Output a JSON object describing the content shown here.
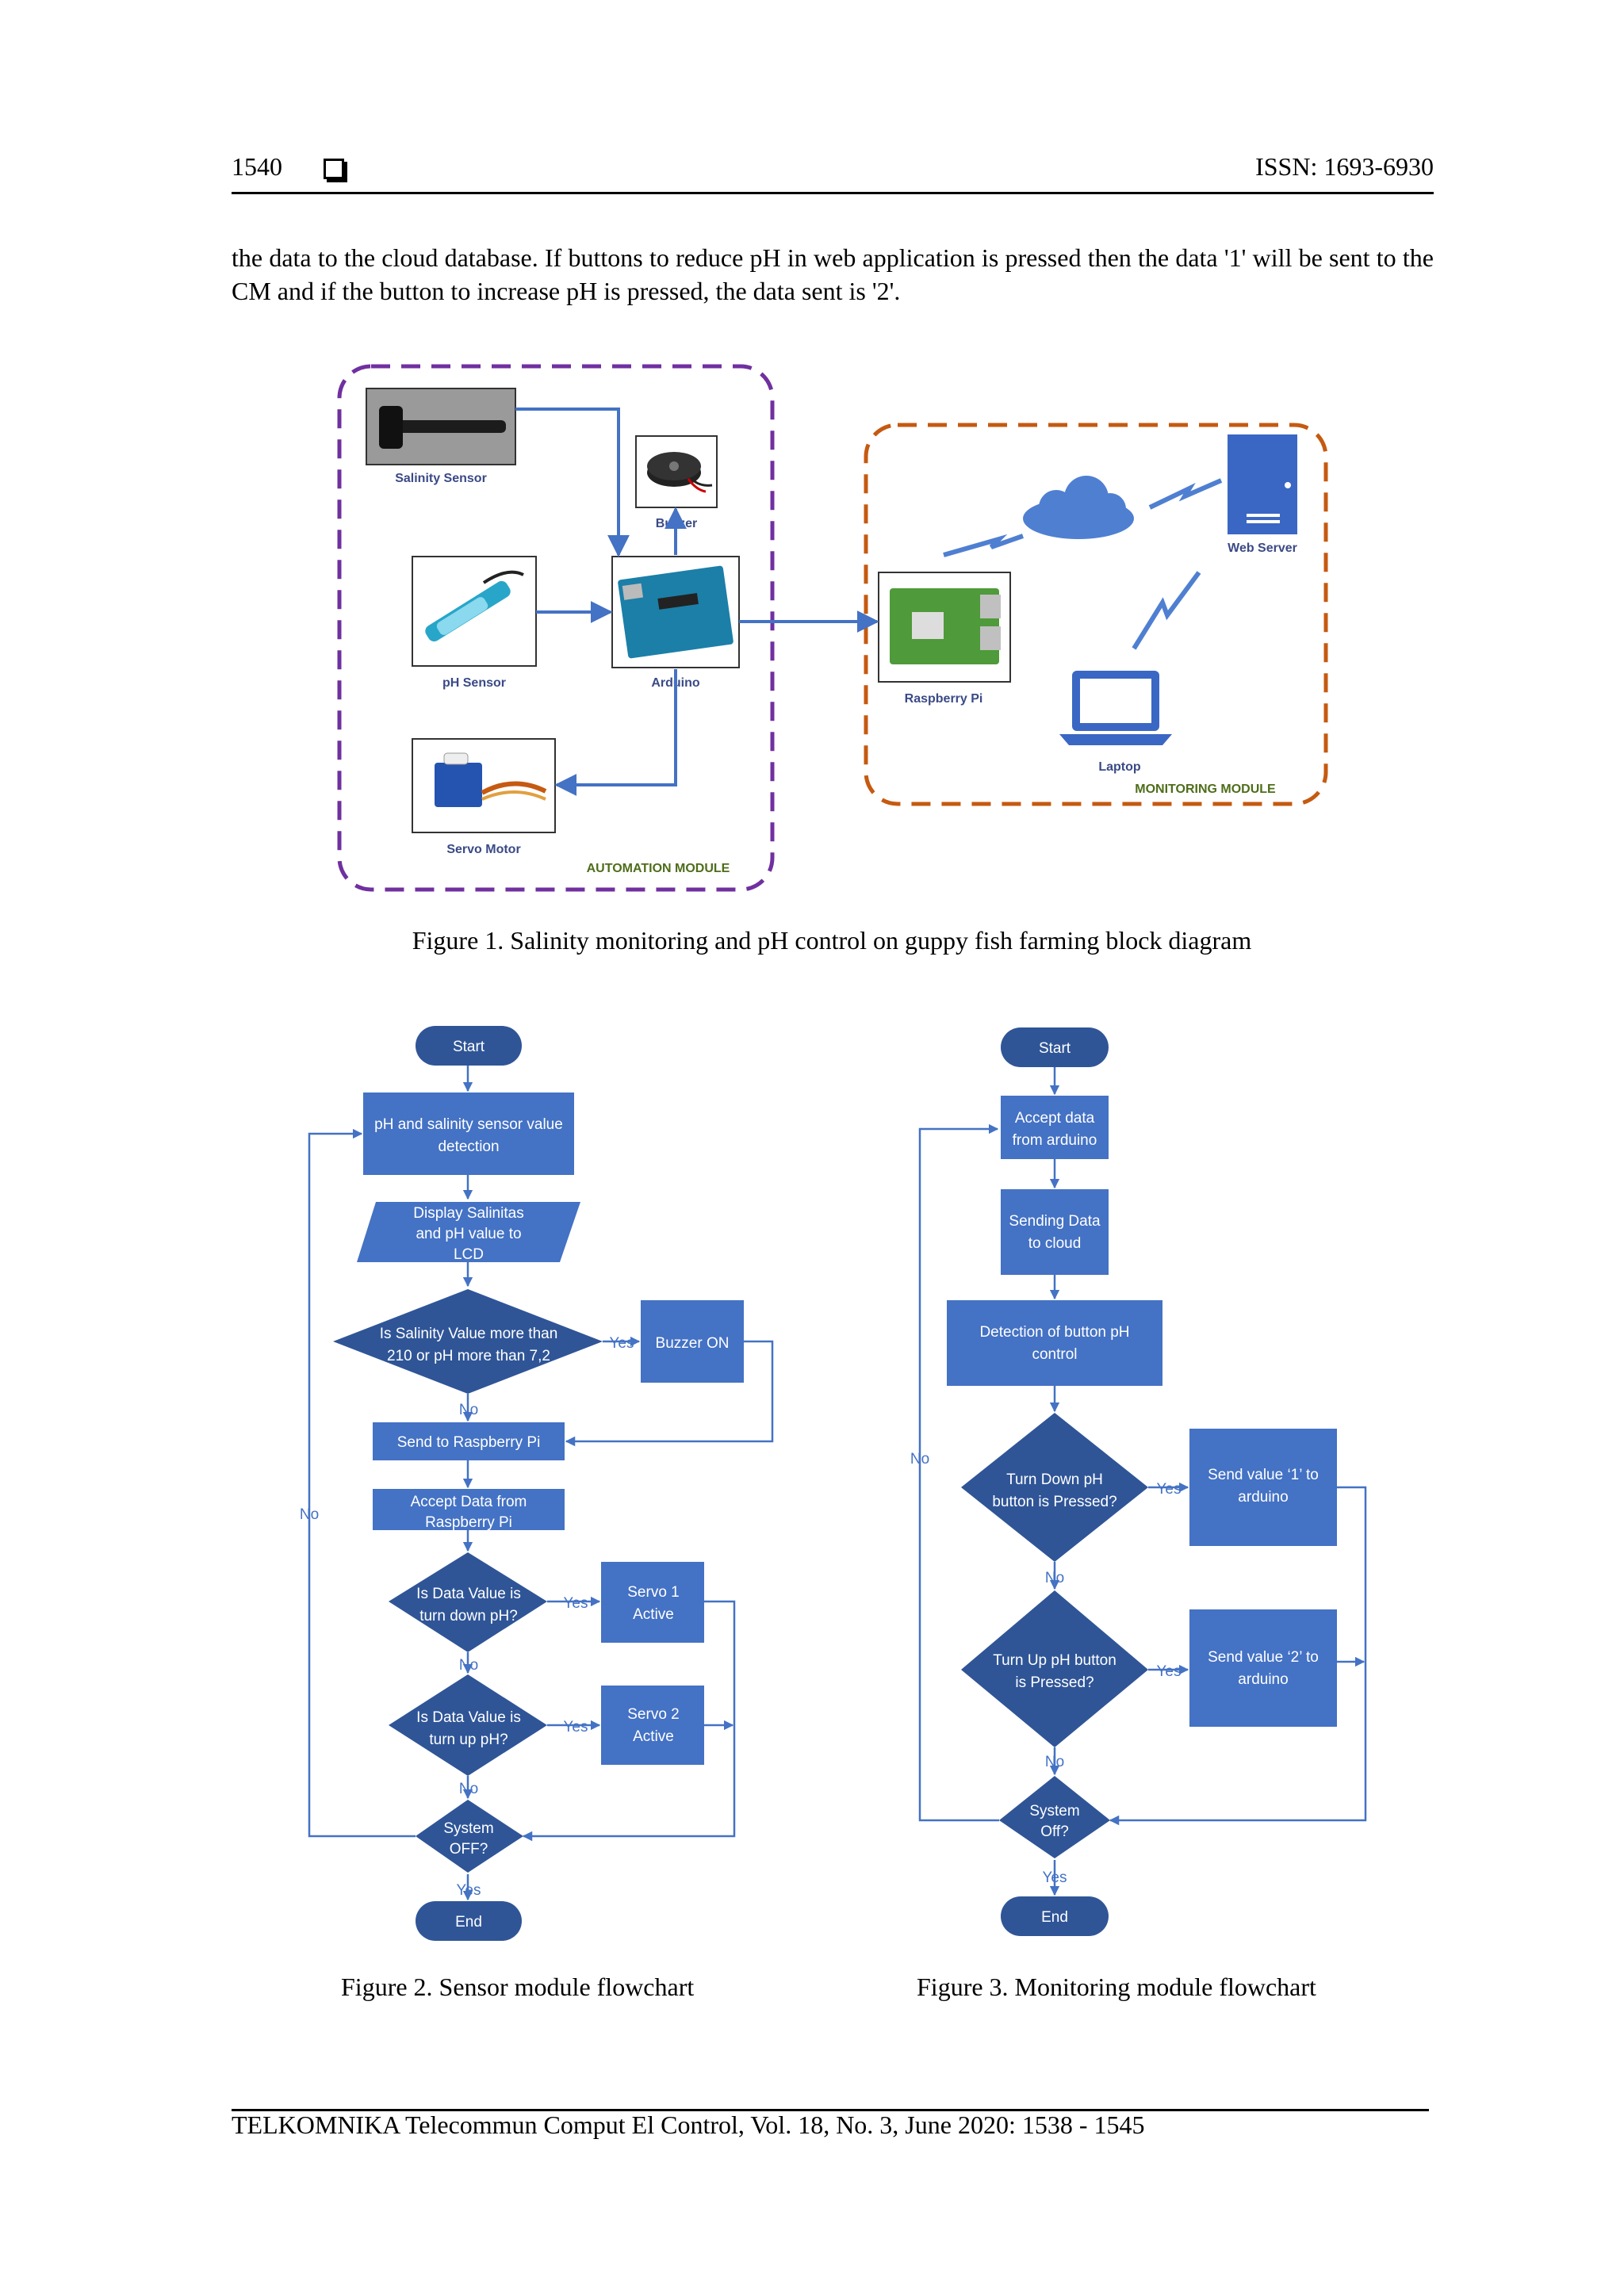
{
  "header": {
    "page_number": "1540",
    "issn": "ISSN: 1693-6930"
  },
  "body_text": "the data to the cloud database. If buttons to reduce pH in web application is pressed then the data '1' will be sent to the CM and if the button to increase pH is pressed, the data sent is '2'.",
  "figure1": {
    "caption": "Figure 1. Salinity monitoring and pH control on guppy fish farming block diagram",
    "automation_title": "AUTOMATION MODULE",
    "monitoring_title": "MONITORING MODULE",
    "components": {
      "salinity_sensor": "Salinity Sensor",
      "buzzer": "Buzzer",
      "ph_sensor": "pH Sensor",
      "arduino": "Arduino",
      "servo_motor": "Servo Motor",
      "raspberry_pi": "Raspberry Pi",
      "web_server": "Web Server",
      "laptop": "Laptop"
    }
  },
  "figure2": {
    "caption": "Figure 2. Sensor module flowchart",
    "start": "Start",
    "detect_1": "pH and salinity sensor value",
    "detect_2": "detection",
    "display_1": "Display Salinitas",
    "display_2": "and pH value to",
    "display_3": "LCD",
    "dec1_1": "Is Salinity Value more than",
    "dec1_2": "210 or pH more than 7,2",
    "yes": "Yes",
    "no": "No",
    "buzzer": "Buzzer ON",
    "send_rpi": "Send to Raspberry Pi",
    "accept_1": "Accept Data from",
    "accept_2": "Raspberry Pi",
    "dec2_1": "Is Data Value is",
    "dec2_2": "turn down pH?",
    "servo1_1": "Servo 1",
    "servo1_2": "Active",
    "dec3_1": "Is Data Value is",
    "dec3_2": "turn up pH?",
    "servo2_1": "Servo 2",
    "servo2_2": "Active",
    "off_1": "System",
    "off_2": "OFF?",
    "end": "End"
  },
  "figure3": {
    "caption": "Figure 3. Monitoring module flowchart",
    "start": "Start",
    "accept_1": "Accept data",
    "accept_2": "from arduino",
    "send_1": "Sending Data",
    "send_2": "to cloud",
    "detect_1": "Detection of button pH",
    "detect_2": "control",
    "dec1_1": "Turn Down pH",
    "dec1_2": "button is Pressed?",
    "val1_1": "Send value ‘1’ to",
    "val1_2": "arduino",
    "dec2_1": "Turn Up pH button",
    "dec2_2": "is Pressed?",
    "val2_1": "Send value ‘2’ to",
    "val2_2": "arduino",
    "yes": "Yes",
    "no": "No",
    "off_1": "System",
    "off_2": "Off?",
    "end": "End"
  },
  "footer": "TELKOMNIKA Telecommun Comput El Control, Vol. 18, No. 3, June 2020:  1538 - 1545",
  "colors": {
    "node_fill": "#4472c4",
    "node_dark": "#2f5597",
    "arrow": "#4472c4",
    "automation_border": "#7030a0",
    "monitoring_border": "#c55a11"
  }
}
